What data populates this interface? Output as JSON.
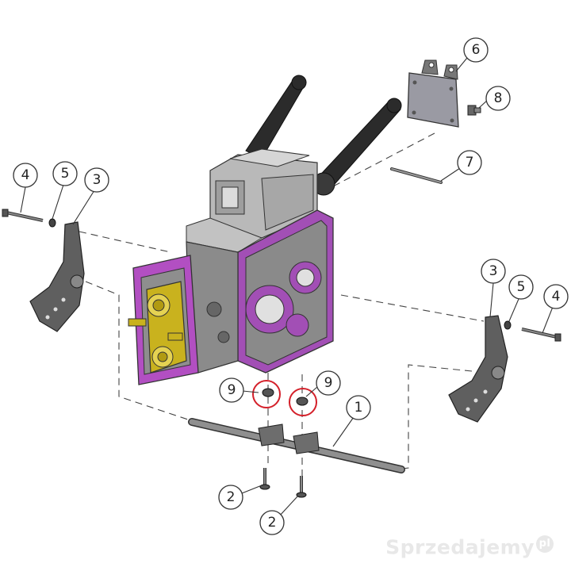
{
  "diagram": {
    "callouts": [
      {
        "id": "c6",
        "label": "6"
      },
      {
        "id": "c8",
        "label": "8"
      },
      {
        "id": "c7",
        "label": "7"
      },
      {
        "id": "c4a",
        "label": "4"
      },
      {
        "id": "c5a",
        "label": "5"
      },
      {
        "id": "c3a",
        "label": "3"
      },
      {
        "id": "c3b",
        "label": "3"
      },
      {
        "id": "c5b",
        "label": "5"
      },
      {
        "id": "c4b",
        "label": "4"
      },
      {
        "id": "c9a",
        "label": "9"
      },
      {
        "id": "c9b",
        "label": "9"
      },
      {
        "id": "c1",
        "label": "1"
      },
      {
        "id": "c2a",
        "label": "2"
      },
      {
        "id": "c2b",
        "label": "2"
      }
    ],
    "highlight_color": "#d4202a",
    "housing_color": "#b24fc2",
    "cover_color": "#c9b21e",
    "metal_color": "#6f6f6f"
  },
  "watermark": {
    "text": "Sprzedajemy",
    "suffix": "pl"
  }
}
